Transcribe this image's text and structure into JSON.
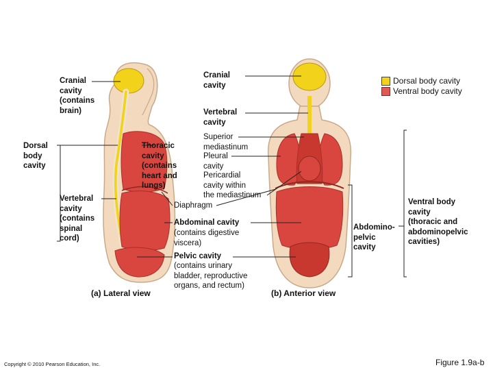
{
  "labels": {
    "cranial_lat": "Cranial\ncavity\n(contains\nbrain)",
    "dorsal_body": "Dorsal\nbody\ncavity",
    "vertebral_lat": "Vertebral\ncavity\n(contains\nspinal\ncord)",
    "thoracic": "Thoracic\ncavity\n(contains\nheart and\nlungs)",
    "cranial_ant": "Cranial\ncavity",
    "vertebral_ant": "Vertebral\ncavity",
    "superior_mediastinum": "Superior\nmediastinum",
    "pleural": "Pleural\ncavity",
    "pericardial": "Pericardial\ncavity within\nthe mediastinum",
    "diaphragm": "Diaphragm",
    "abdominal_title": "Abdominal cavity",
    "abdominal_desc": "(contains digestive\nviscera)",
    "pelvic_title": "Pelvic cavity",
    "pelvic_desc": "(contains urinary\nbladder, reproductive\norgans, and rectum)",
    "abdominopelvic": "Abdomino-\npelvic\ncavity",
    "ventral_body": "Ventral body\ncavity\n(thoracic and\nabdominopelvic\ncavities)",
    "lateral_view": "(a) Lateral view",
    "anterior_view": "(b) Anterior view",
    "copyright": "Copyright © 2010 Pearson Education, Inc.",
    "figure": "Figure 1.9a-b"
  },
  "legend": [
    {
      "label": "Dorsal body cavity",
      "color": "#f2d21a"
    },
    {
      "label": "Ventral body cavity",
      "color": "#e05a55"
    }
  ],
  "colors": {
    "skin": "#f3d9bd",
    "skin_outline": "#c9a98a",
    "dorsal": "#f2d21a",
    "ventral": "#d9453f",
    "ventral_dark": "#b83028",
    "bone": "#efe4c8"
  }
}
